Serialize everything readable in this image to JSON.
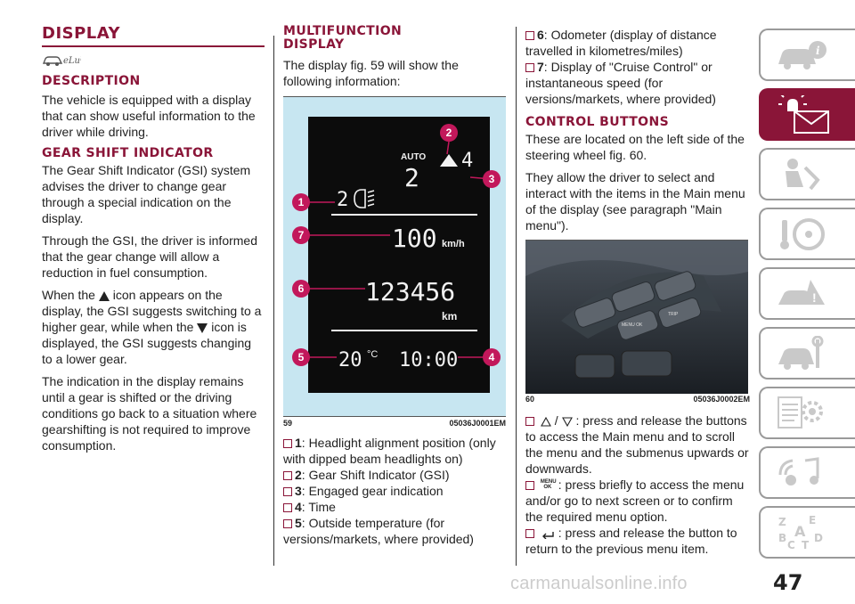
{
  "col1": {
    "title": "DISPLAY",
    "logo_alt": "eLum",
    "description_heading": "DESCRIPTION",
    "description_text": "The vehicle is equipped with a display that can show useful information to the driver while driving.",
    "gsi_heading": "GEAR SHIFT INDICATOR",
    "gsi_p1": "The Gear Shift Indicator (GSI) system advises the driver to change gear through a special indication on the display.",
    "gsi_p2": "Through the GSI, the driver is informed that the gear change will allow a reduction in fuel consumption.",
    "gsi_p3_a": "When the",
    "gsi_p3_b": "icon appears on the display, the GSI suggests switching to a higher gear, while when the",
    "gsi_p3_c": "icon is displayed, the GSI suggests changing to a lower gear.",
    "gsi_p4": "The indication in the display remains until a gear is shifted or the driving conditions go back to a situation where gearshifting is not required to improve consumption."
  },
  "col2": {
    "title": "MULTIFUNCTION DISPLAY",
    "intro": "The display fig. 59 will show the following information:",
    "figure": {
      "auto": "AUTO",
      "gear": "2",
      "target_gear": "4",
      "headlight_pos": "2",
      "speed": "100",
      "speed_unit": "km/h",
      "odometer": "123456",
      "odo_unit": "km",
      "temperature": "20",
      "temp_unit": "°C",
      "time": "10:00",
      "callouts": [
        "1",
        "2",
        "3",
        "4",
        "5",
        "6",
        "7"
      ],
      "fig_number": "59",
      "fig_code": "05036J0001EM"
    },
    "items": [
      {
        "num": "1",
        "text": ": Headlight alignment position (only with dipped beam headlights on)"
      },
      {
        "num": "2",
        "text": ": Gear Shift Indicator (GSI)"
      },
      {
        "num": "3",
        "text": ": Engaged gear indication"
      },
      {
        "num": "4",
        "text": ": Time"
      },
      {
        "num": "5",
        "text": ": Outside temperature (for versions/markets, where provided)"
      }
    ]
  },
  "col3": {
    "items": [
      {
        "num": "6",
        "text": ": Odometer (display of distance travelled in kilometres/miles)"
      },
      {
        "num": "7",
        "text": ": Display of \"Cruise Control\" or instantaneous speed (for versions/markets, where provided)"
      }
    ],
    "control_heading": "CONTROL BUTTONS",
    "control_p1": "These are located on the left side of the steering wheel fig. 60.",
    "control_p2": "They allow the driver to select and interact with the items in the Main menu of the display (see paragraph \"Main menu\").",
    "figure": {
      "btn_menu": "MENU OK",
      "btn_trip": "TRIP",
      "fig_number": "60",
      "fig_code": "05036J0002EM"
    },
    "bullets": {
      "b1_sep": "/",
      "b1_text": ": press and release the buttons to access the Main menu and to scroll the menu and the submenus upwards or downwards.",
      "b2_icon": "MENU OK",
      "b2_text": ": press briefly to access the menu and/or go to next screen or to confirm the required menu option.",
      "b3_text": ": press and release the button to return to the previous menu item."
    }
  },
  "page_number": "47",
  "watermark": "carmanualsonline.info",
  "tabs": [
    {
      "icon": "car-info-icon",
      "active": false
    },
    {
      "icon": "warning-lights-icon",
      "active": true
    },
    {
      "icon": "seat-safety-icon",
      "active": false
    },
    {
      "icon": "steering-key-icon",
      "active": false
    },
    {
      "icon": "car-breakdown-icon",
      "active": false
    },
    {
      "icon": "car-service-icon",
      "active": false
    },
    {
      "icon": "specs-gear-icon",
      "active": false
    },
    {
      "icon": "multimedia-icon",
      "active": false
    },
    {
      "icon": "index-az-icon",
      "active": false
    }
  ],
  "colors": {
    "accent": "#8a1538",
    "figure_bg": "#c7e6f1",
    "display_bg": "#0c0c0c"
  }
}
